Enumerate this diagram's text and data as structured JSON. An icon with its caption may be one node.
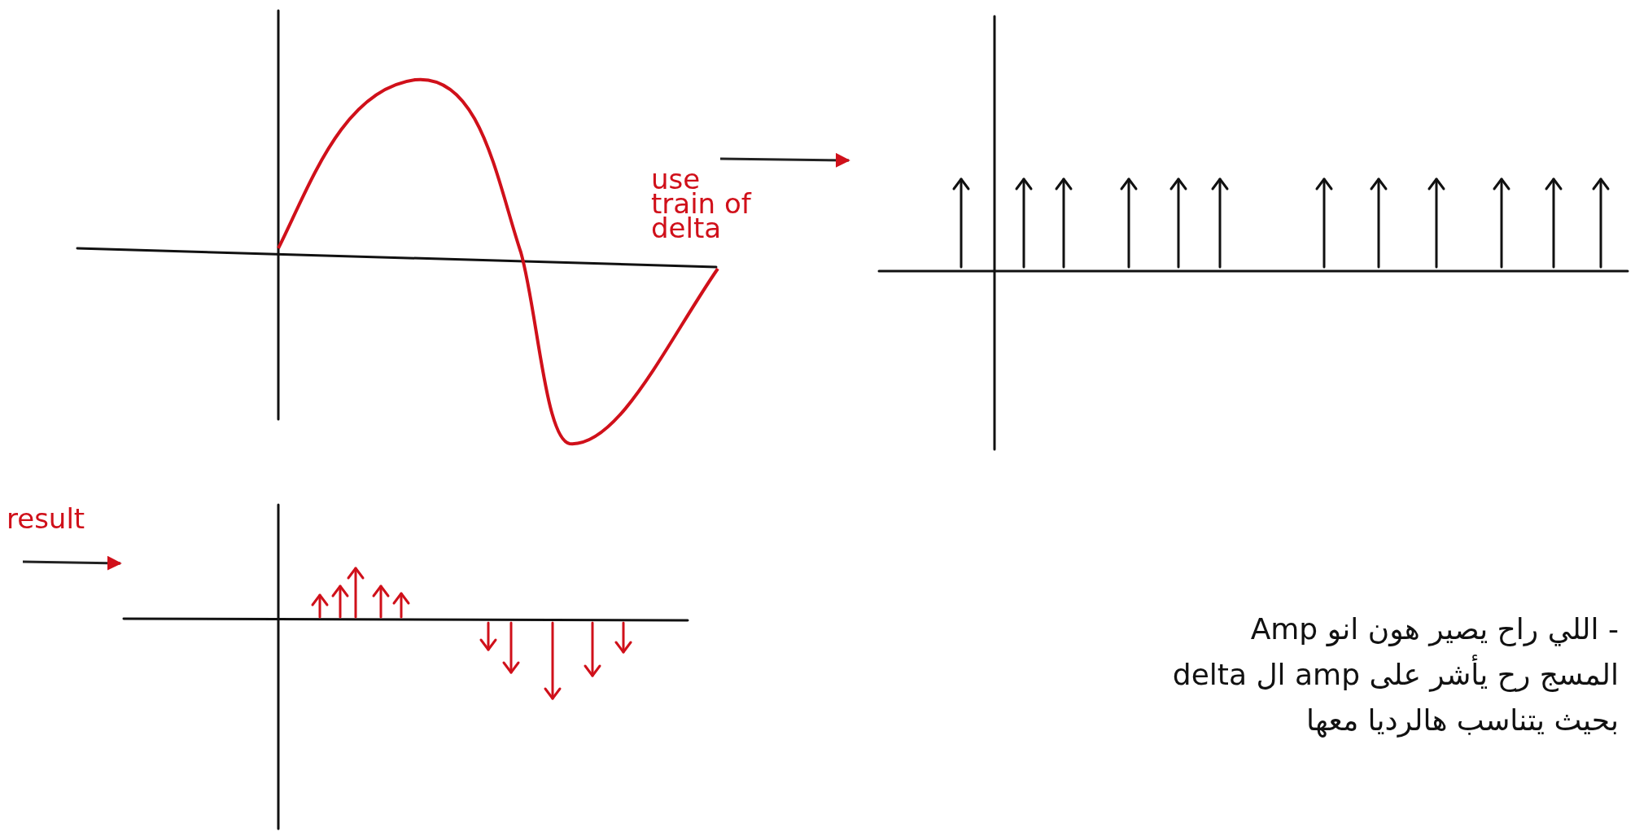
{
  "diagram": {
    "nodes": [
      {
        "text": [],
        "shape": "picture"
      },
      {
        "text": [],
        "shape": "picture"
      },
      {
        "text": [],
        "shape": "picture"
      }
    ],
    "edges": [
      {
        "from": 0,
        "to": 1,
        "arrow": "to",
        "label": "use train of delta"
      },
      {
        "from": null,
        "to": 2,
        "arrow": "to",
        "label": "result"
      }
    ],
    "labels": [
      "- اللي راح يصير هون انو Amp",
      "المسج رح يأشر على amp ال delta",
      "بحيث يتناسب هالرديا معها"
    ]
  }
}
